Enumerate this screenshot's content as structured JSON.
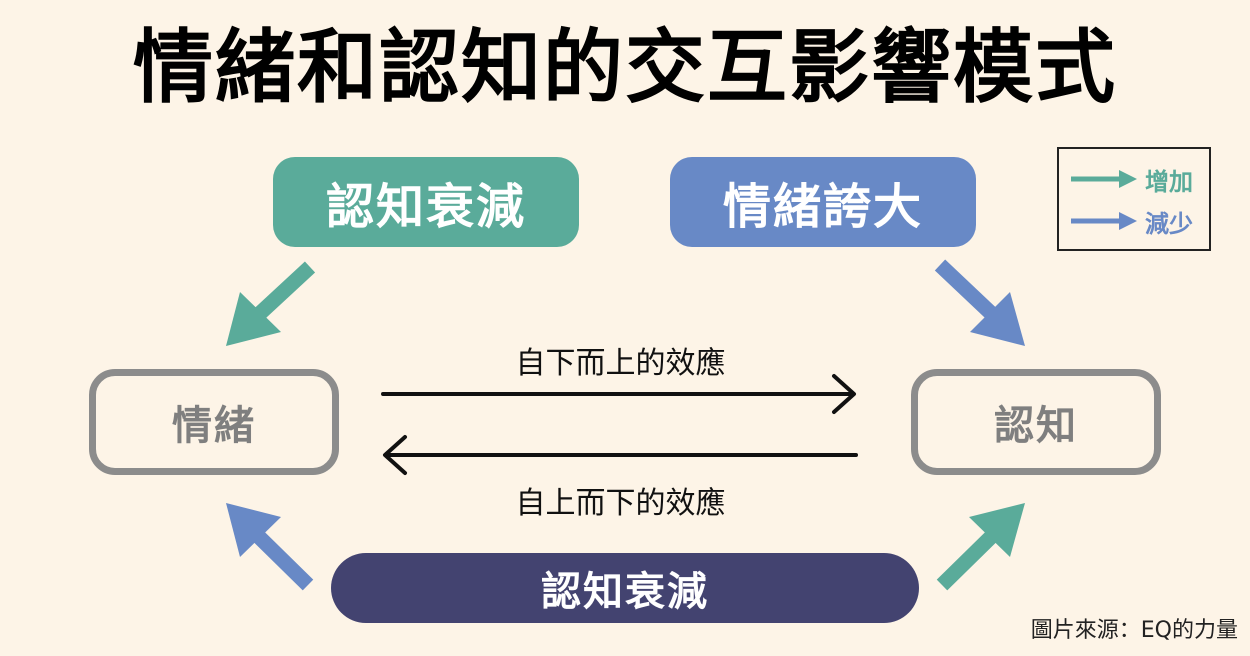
{
  "title": "情緒和認知的交互影響模式",
  "pills": {
    "top_left": "認知衰減",
    "top_right": "情緒誇大",
    "bottom": "認知衰減"
  },
  "nodes": {
    "left": "情緒",
    "right": "認知"
  },
  "flows": {
    "bottom_up": "自下而上的效應",
    "top_down": "自上而下的效應"
  },
  "legend": {
    "increase": {
      "label": "增加",
      "color": "#5aab9a"
    },
    "decrease": {
      "label": "減少",
      "color": "#6889c6"
    }
  },
  "source": "圖片來源：EQ的力量",
  "colors": {
    "teal": "#5aab9a",
    "blue": "#6889c6",
    "navy": "#434370",
    "node_border": "#8c8c8c",
    "background": "#fdf4e7"
  }
}
